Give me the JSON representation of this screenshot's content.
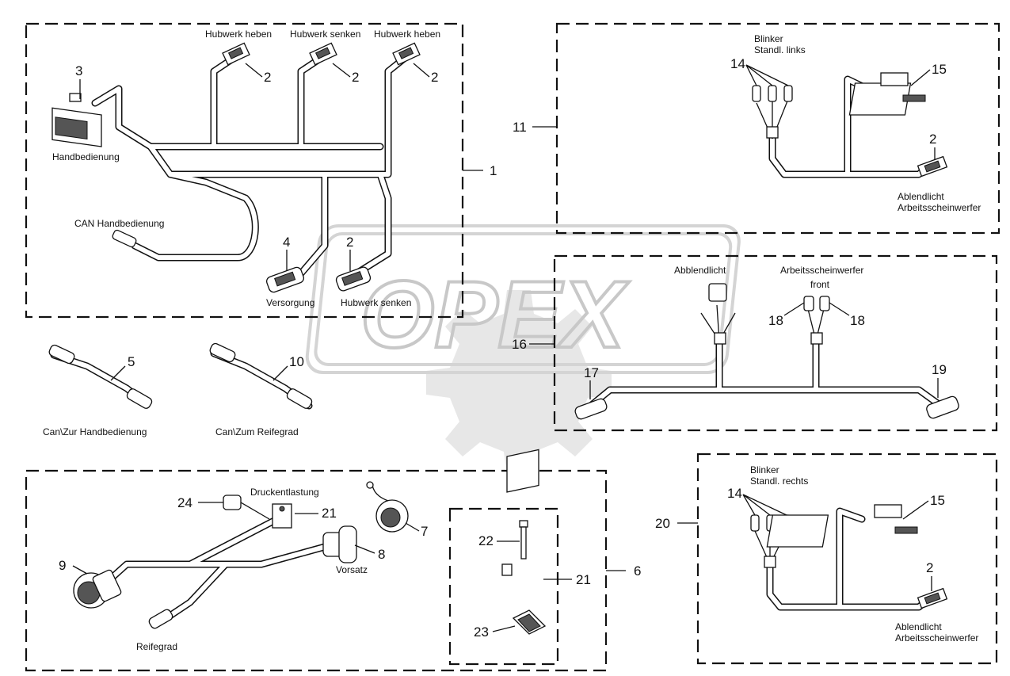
{
  "watermark": {
    "logo_text": "OPEX"
  },
  "groups": {
    "g1": {
      "ref": "1",
      "parts": {
        "handbedienung_ref": "3",
        "hubwerk_ref_a": "2",
        "hubwerk_ref_b": "2",
        "hubwerk_ref_c": "2",
        "versorgung_ref": "4",
        "hubwerk_senken_ref": "2"
      },
      "labels": {
        "hubwerk_heben_1": "Hubwerk heben",
        "hubwerk_senken_1": "Hubwerk senken",
        "hubwerk_heben_2": "Hubwerk heben",
        "handbedienung": "Handbedienung",
        "can_handbedienung": "CAN Handbedienung",
        "versorgung": "Versorgung",
        "hubwerk_senken_2": "Hubwerk senken"
      }
    },
    "cables": {
      "cable_a_ref": "5",
      "cable_a_label": "Can\\Zur Handbedienung",
      "cable_b_ref": "10",
      "cable_b_label": "Can\\Zum Reifegrad"
    },
    "g11": {
      "ref": "11",
      "parts": {
        "bulbs_ref": "14",
        "plug_ref": "15",
        "connector_ref": "2"
      },
      "labels": {
        "blinker": "Blinker",
        "standl": "Standl. links",
        "abblend": "Ablendlicht",
        "arbeits": "Arbeitsscheinwerfer"
      }
    },
    "g16": {
      "ref": "16",
      "parts": {
        "left_ref": "17",
        "right_ref": "19",
        "lamp_a_ref": "18",
        "lamp_b_ref": "18"
      },
      "labels": {
        "abblend": "Abblendlicht",
        "arbeits": "Arbeitsscheinwerfer",
        "front": "front"
      }
    },
    "g20": {
      "ref": "20",
      "parts": {
        "bulbs_ref": "14",
        "plug_ref": "15",
        "connector_ref": "2"
      },
      "labels": {
        "blinker": "Blinker",
        "standl": "Standl. rechts",
        "abblend": "Ablendlicht",
        "arbeits": "Arbeitsscheinwerfer"
      }
    },
    "g6": {
      "ref": "6",
      "parts": {
        "plug_ref": "24",
        "valve_ref": "21",
        "cap_ref": "7",
        "socket_ref": "8",
        "round_ref": "9"
      },
      "labels": {
        "druck": "Druckentlastung",
        "vorsatz": "Vorsatz",
        "reifegrad": "Reifegrad"
      },
      "sub": {
        "bolt_ref": "22",
        "valve_ref": "21",
        "seal_ref": "23"
      }
    }
  }
}
